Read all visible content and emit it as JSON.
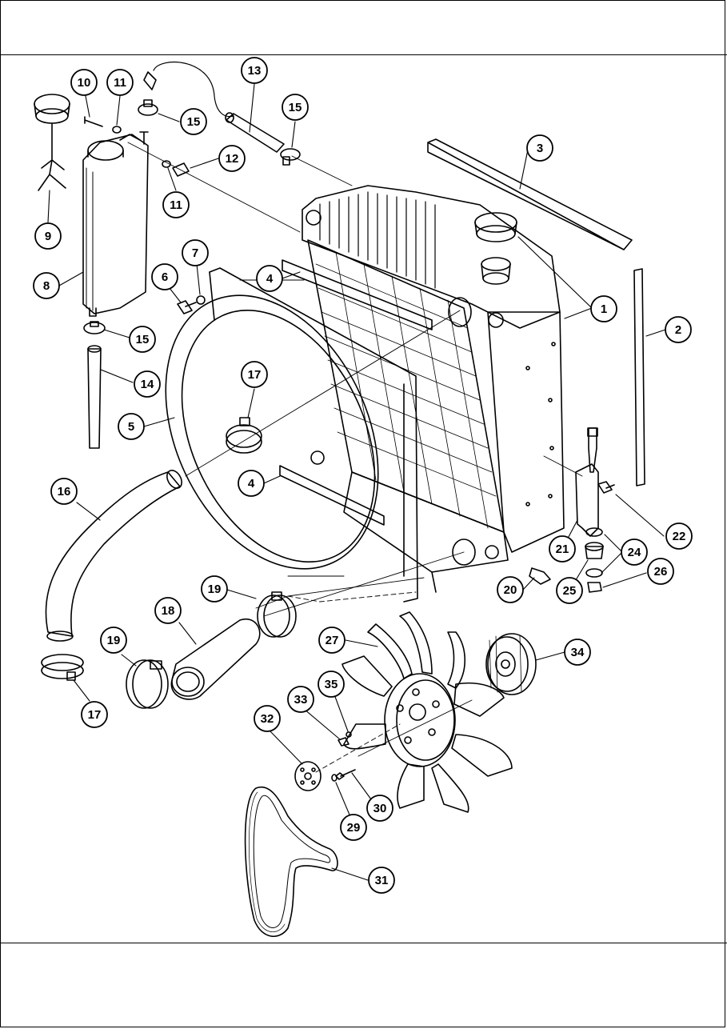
{
  "callouts": [
    {
      "id": "c1",
      "label": "1"
    },
    {
      "id": "c2",
      "label": "2"
    },
    {
      "id": "c3",
      "label": "3"
    },
    {
      "id": "c4a",
      "label": "4"
    },
    {
      "id": "c4b",
      "label": "4"
    },
    {
      "id": "c5",
      "label": "5"
    },
    {
      "id": "c6",
      "label": "6"
    },
    {
      "id": "c7",
      "label": "7"
    },
    {
      "id": "c8",
      "label": "8"
    },
    {
      "id": "c9",
      "label": "9"
    },
    {
      "id": "c10",
      "label": "10"
    },
    {
      "id": "c11a",
      "label": "11"
    },
    {
      "id": "c11b",
      "label": "11"
    },
    {
      "id": "c12",
      "label": "12"
    },
    {
      "id": "c13",
      "label": "13"
    },
    {
      "id": "c14",
      "label": "14"
    },
    {
      "id": "c15a",
      "label": "15"
    },
    {
      "id": "c15b",
      "label": "15"
    },
    {
      "id": "c15c",
      "label": "15"
    },
    {
      "id": "c16",
      "label": "16"
    },
    {
      "id": "c17a",
      "label": "17"
    },
    {
      "id": "c17b",
      "label": "17"
    },
    {
      "id": "c18",
      "label": "18"
    },
    {
      "id": "c19a",
      "label": "19"
    },
    {
      "id": "c19b",
      "label": "19"
    },
    {
      "id": "c20",
      "label": "20"
    },
    {
      "id": "c21",
      "label": "21"
    },
    {
      "id": "c22",
      "label": "22"
    },
    {
      "id": "c24",
      "label": "24"
    },
    {
      "id": "c25",
      "label": "25"
    },
    {
      "id": "c26",
      "label": "26"
    },
    {
      "id": "c27",
      "label": "27"
    },
    {
      "id": "c29",
      "label": "29"
    },
    {
      "id": "c30",
      "label": "30"
    },
    {
      "id": "c31",
      "label": "31"
    },
    {
      "id": "c32",
      "label": "32"
    },
    {
      "id": "c33",
      "label": "33"
    },
    {
      "id": "c34",
      "label": "34"
    },
    {
      "id": "c35",
      "label": "35"
    }
  ]
}
